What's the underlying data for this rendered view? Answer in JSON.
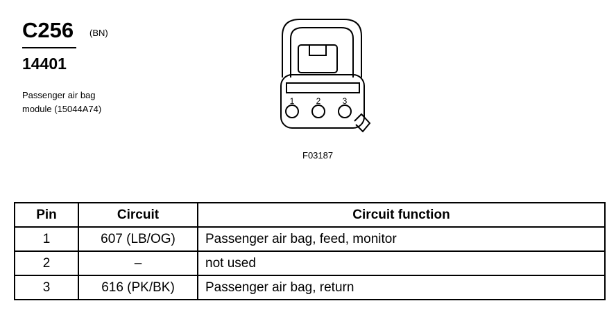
{
  "connector": {
    "code": "C256",
    "color": "(BN)",
    "part_number": "14401",
    "description_lines": [
      "Passenger air bag",
      "module (15044A74)"
    ],
    "figure_id": "F03187",
    "pin_labels": [
      "1",
      "2",
      "3"
    ]
  },
  "table": {
    "headers": [
      "Pin",
      "Circuit",
      "Circuit function"
    ],
    "rows": [
      {
        "pin": "1",
        "circuit": "607 (LB/OG)",
        "function": "Passenger air bag, feed, monitor"
      },
      {
        "pin": "2",
        "circuit": "–",
        "function": "not used"
      },
      {
        "pin": "3",
        "circuit": "616 (PK/BK)",
        "function": "Passenger air bag, return"
      }
    ]
  }
}
